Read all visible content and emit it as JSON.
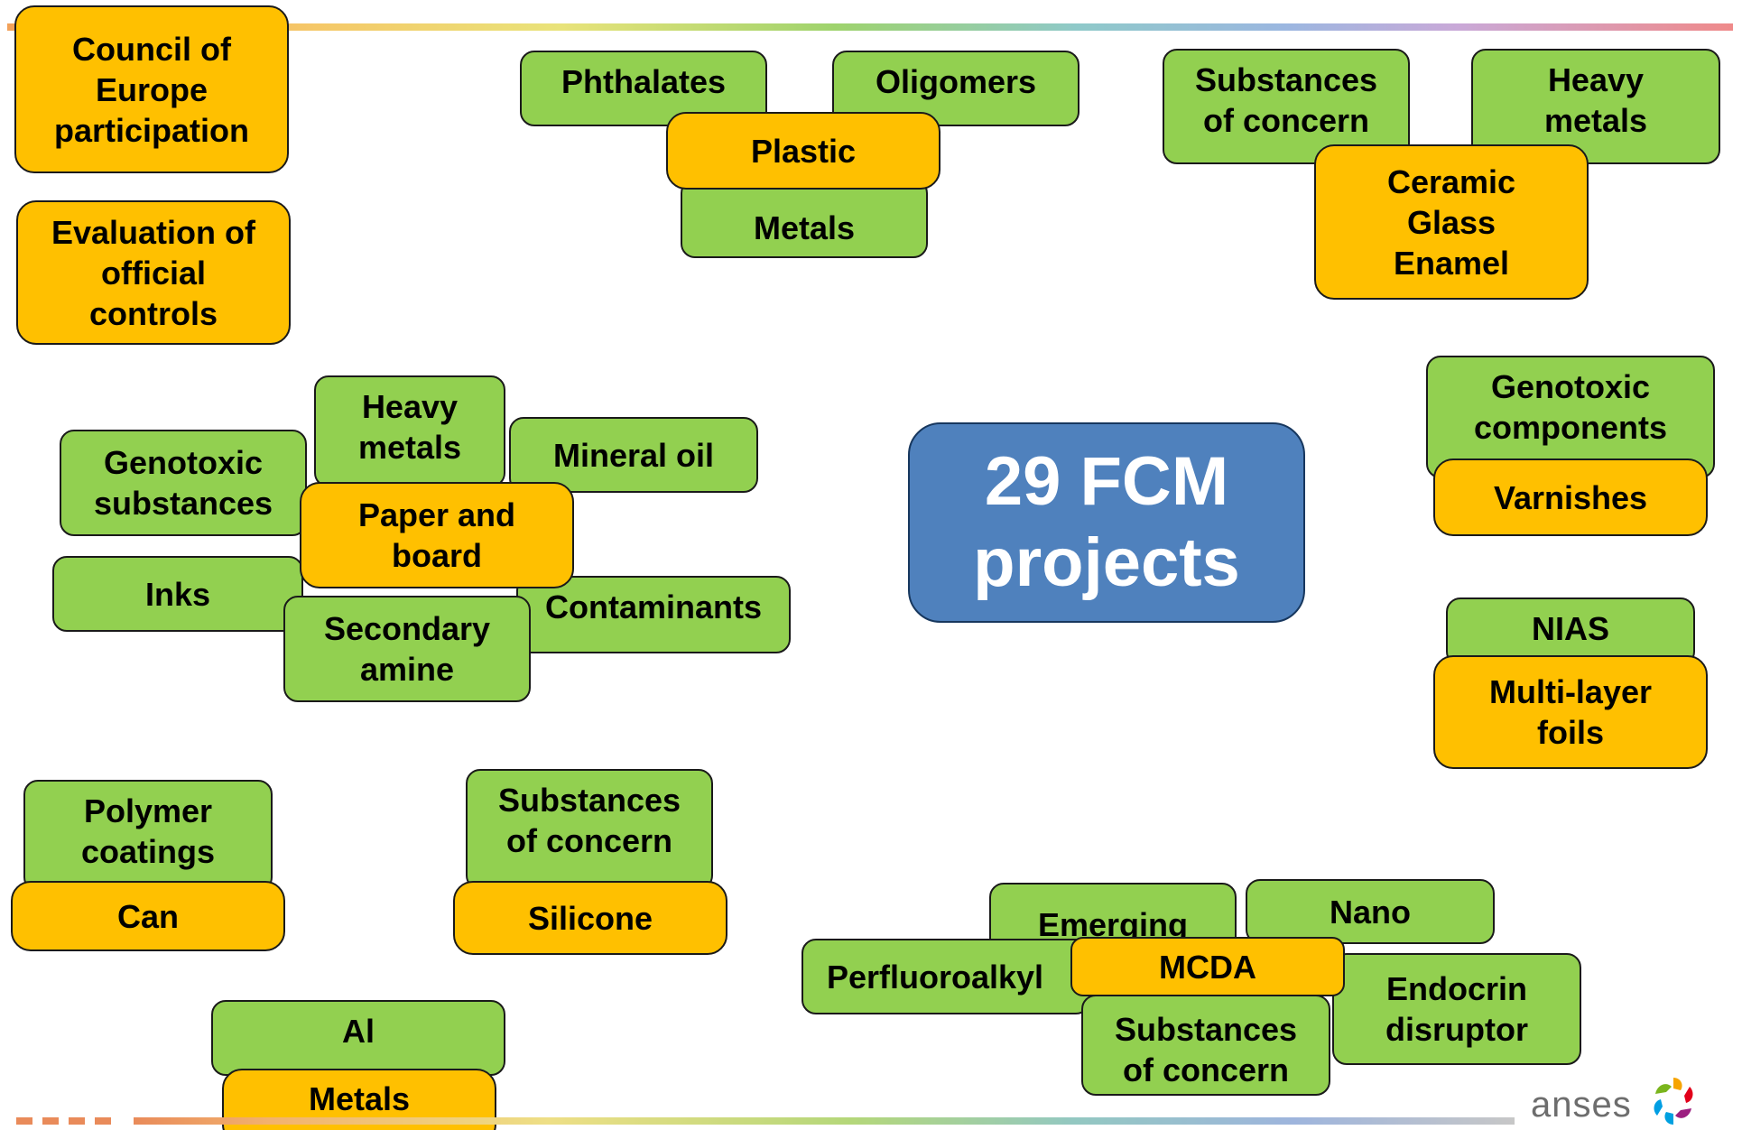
{
  "center": {
    "label": "29 FCM\nprojects"
  },
  "topics": {
    "council_of_europe": "Council of\nEurope\nparticipation",
    "evaluation_official_controls": "Evaluation of\nofficial\ncontrols",
    "plastic": {
      "phthalates": "Phthalates",
      "oligomers": "Oligomers",
      "main": "Plastic",
      "metals": "Metals"
    },
    "ceramic": {
      "substances_of_concern": "Substances\nof concern",
      "heavy_metals": "Heavy\nmetals",
      "main": "Ceramic\nGlass\nEnamel"
    },
    "paper": {
      "heavy_metals": "Heavy\nmetals",
      "genotoxic_substances": "Genotoxic\nsubstances",
      "mineral_oil": "Mineral oil",
      "main": "Paper and\nboard",
      "inks": "Inks",
      "contaminants": "Contaminants",
      "secondary_amine": "Secondary\namine"
    },
    "varnishes": {
      "genotoxic_components": "Genotoxic\ncomponents",
      "main": "Varnishes"
    },
    "multilayer": {
      "nias": "NIAS",
      "main": "Multi-layer\nfoils"
    },
    "can": {
      "polymer_coatings": "Polymer\ncoatings",
      "main": "Can"
    },
    "silicone": {
      "substances_of_concern": "Substances\nof concern",
      "main": "Silicone"
    },
    "mcda": {
      "emerging": "Emerging",
      "nano": "Nano",
      "perfluoroalkyl": "Perfluoroalkyl",
      "main": "MCDA",
      "endocrin_disruptor": "Endocrin\ndisruptor",
      "substances_of_concern": "Substances\nof concern"
    },
    "metals_group": {
      "al": "Al",
      "main": "Metals"
    }
  },
  "logo": {
    "text": "anses"
  },
  "colors": {
    "green": "#92d050",
    "orange": "#ffc000",
    "blue": "#4f81bd"
  }
}
